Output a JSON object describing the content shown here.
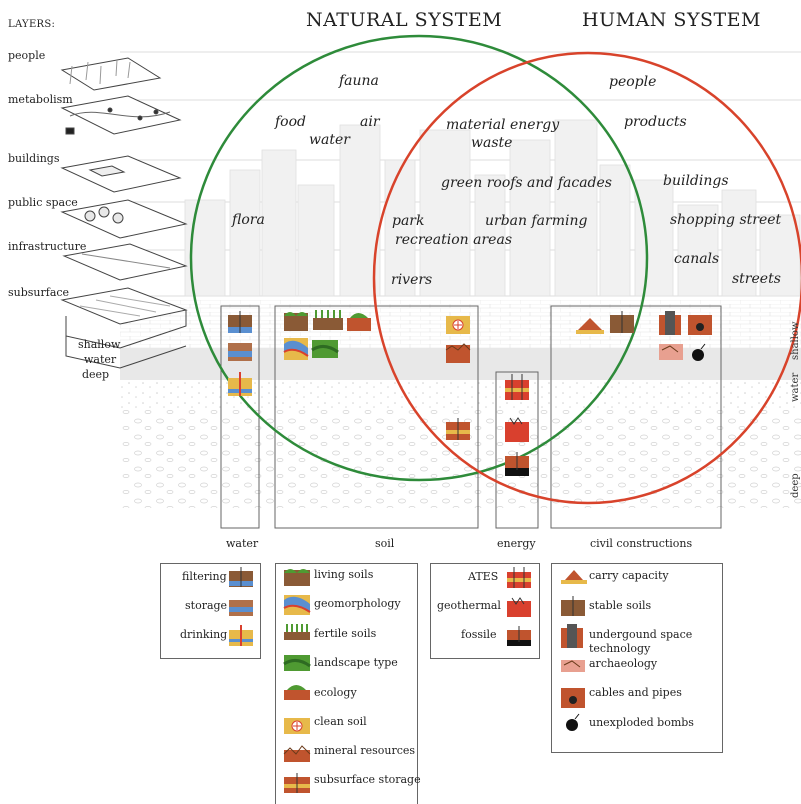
{
  "layers_title": "LAYERS:",
  "layers": [
    "people",
    "metabolism",
    "buildings",
    "public space",
    "infrastructure",
    "subsurface"
  ],
  "depth_labels": [
    "shallow",
    "water",
    "deep"
  ],
  "side_labels": [
    "shallow",
    "water",
    "deep"
  ],
  "natural_title": "NATURAL SYSTEM",
  "human_title": "HUMAN SYSTEM",
  "natural_only": [
    "fauna",
    "food",
    "water",
    "air",
    "flora"
  ],
  "overlap": [
    "material energy",
    "waste",
    "green roofs and facades",
    "park",
    "recreation areas",
    "urban farming",
    "rivers"
  ],
  "human_only": [
    "people",
    "products",
    "buildings",
    "shopping street",
    "canals",
    "streets"
  ],
  "categories": [
    "water",
    "soil",
    "energy",
    "civil constructions"
  ],
  "legend_water": [
    "filtering",
    "storage",
    "drinking"
  ],
  "legend_soil": [
    "living soils",
    "geomorphology",
    "fertile soils",
    "landscape type",
    "ecology",
    "clean soil",
    "mineral resources",
    "subsurface storage"
  ],
  "legend_energy": [
    "ATES",
    "geothermal",
    "fossile"
  ],
  "legend_civil": [
    "carry capacity",
    "stable soils",
    "undergound space",
    "technology",
    "archaeology",
    "cables and pipes",
    "unexploded bombs"
  ],
  "colors": {
    "natural_circle": "#2e8b3a",
    "human_circle": "#d8432b",
    "soil_brown": "#8a5a36",
    "water_blue": "#5a8fd0",
    "sand": "#e7b94a",
    "red": "#d9402e",
    "green": "#4f9a32"
  }
}
